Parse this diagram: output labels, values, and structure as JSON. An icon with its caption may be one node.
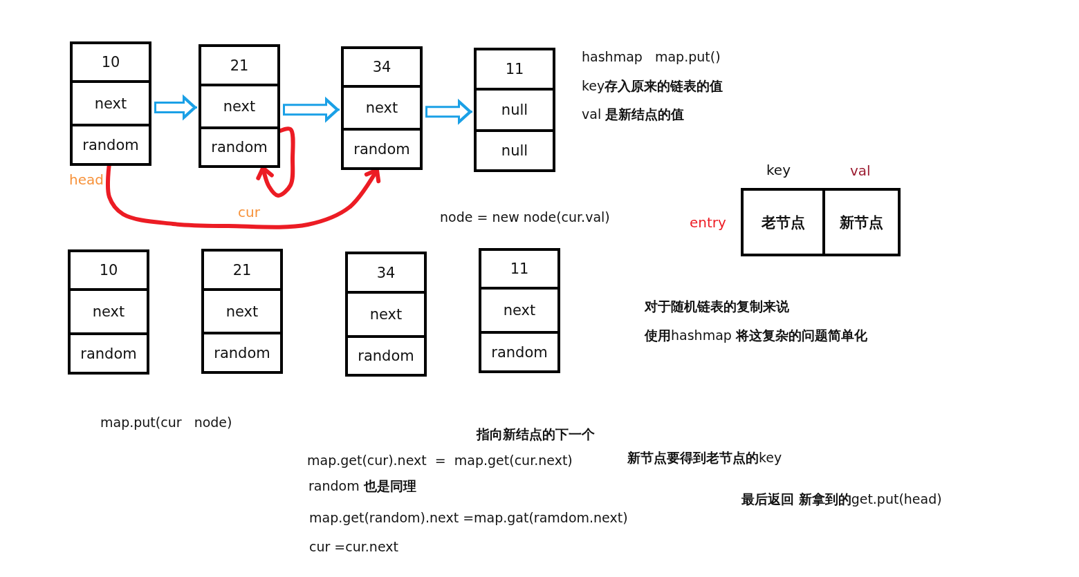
{
  "diagram": {
    "nodes": [
      {
        "text": [
          "10",
          "next",
          "random"
        ],
        "beside": [
          "head"
        ]
      },
      {
        "text": [
          "21",
          "next",
          "random"
        ]
      },
      {
        "text": [
          "34",
          "next",
          "random"
        ]
      },
      {
        "text": [
          "11",
          "null",
          "null"
        ]
      },
      {
        "text": [
          "老节点",
          "新节点"
        ],
        "beside": [
          "key",
          "val",
          "entry"
        ]
      },
      {
        "text": [
          "10",
          "next",
          "random"
        ]
      },
      {
        "text": [
          "21",
          "next",
          "random"
        ]
      },
      {
        "text": [
          "34",
          "next",
          "random"
        ]
      },
      {
        "text": [
          "11",
          "next",
          "random"
        ]
      }
    ],
    "edges": [
      {
        "from": 0,
        "to": 1,
        "arrow": "to"
      },
      {
        "from": 1,
        "to": 2,
        "arrow": "to"
      },
      {
        "from": 2,
        "to": 3,
        "arrow": "to"
      },
      {
        "from": 0,
        "to": 2,
        "arrow": "to",
        "label": "cur",
        "style": "thick",
        "color": "#ec1c24"
      },
      {
        "from": 1,
        "to": 1,
        "arrow": "to",
        "style": "thick",
        "color": "#ec1c24"
      }
    ],
    "labels": [
      "hashmap   map.put()",
      "key**存入原来的链表的值**",
      "val **是新结点的值**",
      "node = new node(cur.val)",
      "对于随机链表的复制来说",
      "**使用**hashmap **将这复杂的问题简单化**",
      "map.put(cur   node)",
      "指向新结点的下一个",
      "map.get(cur).next  =  map.get(cur.next)",
      "**新节点要得到老节点的**key",
      "random **也是同理**",
      "**最后返回 新拿到的**get.put(head)",
      "map.get(random).next =map.gat(ramdom.next)",
      "cur =cur.next"
    ]
  }
}
